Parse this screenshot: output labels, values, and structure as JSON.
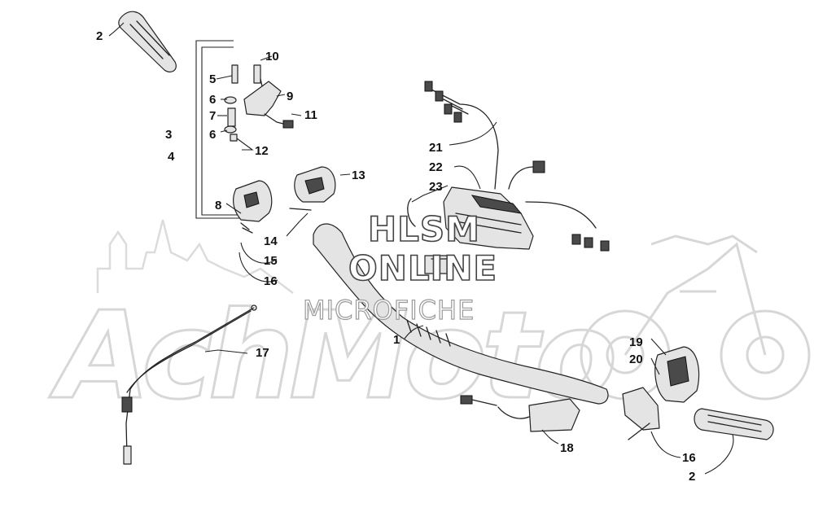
{
  "watermark": {
    "line1": "HLSM",
    "line2": "ONLINE",
    "line3": "MICROFICHE",
    "background_logo_text": "AchMoto",
    "background_logo_icon": "motorcycle-silhouette-icon"
  },
  "callouts": {
    "c1": "1",
    "c2_top": "2",
    "c2_bottom": "2",
    "c3": "3",
    "c4": "4",
    "c5": "5",
    "c6_top": "6",
    "c6_bottom": "6",
    "c7": "7",
    "c8": "8",
    "c9": "9",
    "c10": "10",
    "c11": "11",
    "c12": "12",
    "c13": "13",
    "c14": "14",
    "c15": "15",
    "c16_left": "16",
    "c16_right": "16",
    "c17": "17",
    "c18": "18",
    "c19": "19",
    "c20": "20",
    "c21": "21",
    "c22": "22",
    "c23": "23"
  },
  "parts": {
    "handlebar": "handlebar-part",
    "grip": "grip-part",
    "throttle_cable": "throttle-cable-part",
    "switch_housing": "switch-housing-part",
    "display_pod": "display-pod-part",
    "wiring_harness": "wiring-harness-part",
    "colors": {
      "line": "#222222",
      "watermark_outline": "#444444",
      "logo_outline": "#d7d7d7",
      "part_fill": "#e4e4e4"
    }
  }
}
